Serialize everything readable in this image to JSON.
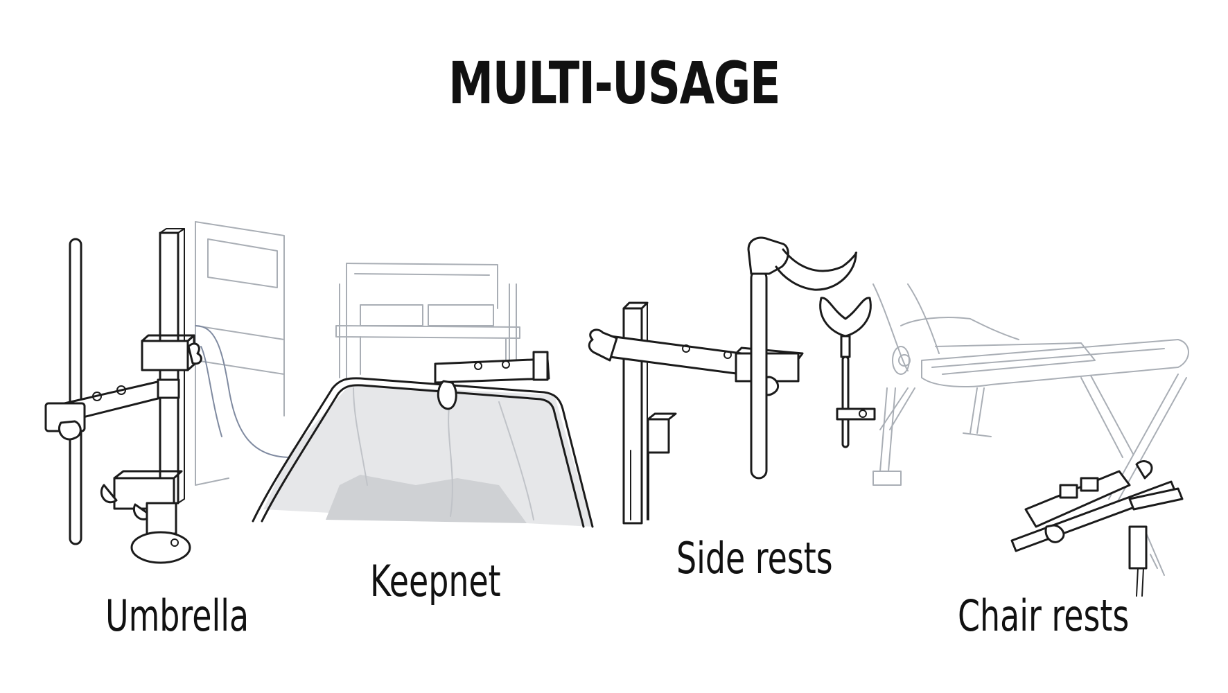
{
  "title": "MULTI-USAGE",
  "labels": {
    "umbrella": "Umbrella",
    "keepnet": "Keepnet",
    "side_rests": "Side rests",
    "chair_rests": "Chair rests"
  },
  "colors": {
    "line_dark": "#1b1b1b",
    "line_grey": "#a9aeb5",
    "net_fill": "#e6e7e9",
    "background": "#ffffff"
  }
}
